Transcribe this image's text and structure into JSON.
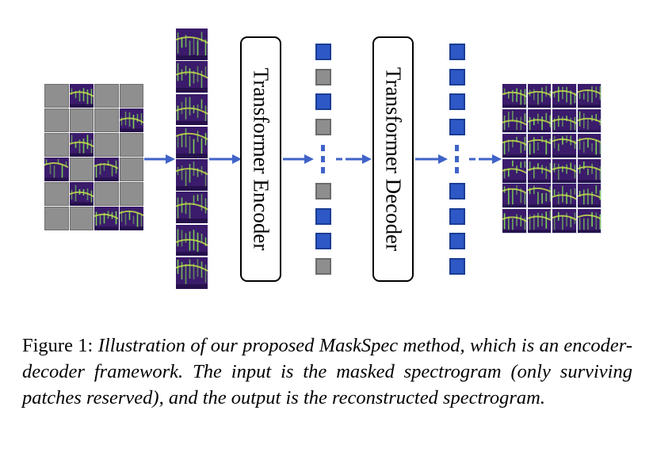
{
  "figure": {
    "encoder_label": "Transformer Encoder",
    "decoder_label": "Transformer Decoder",
    "input_grid": [
      [
        "masked",
        "spec",
        "masked",
        "masked"
      ],
      [
        "masked",
        "masked",
        "masked",
        "spec"
      ],
      [
        "masked",
        "spec",
        "masked",
        "masked"
      ],
      [
        "spec",
        "masked",
        "spec",
        "masked"
      ],
      [
        "masked",
        "spec",
        "masked",
        "masked"
      ],
      [
        "masked",
        "masked",
        "spec",
        "spec"
      ]
    ],
    "encoder_tokens_top": [
      "blue",
      "gray",
      "blue",
      "gray"
    ],
    "encoder_tokens_bottom": [
      "gray",
      "blue",
      "blue",
      "gray"
    ],
    "decoder_tokens_top": [
      "blue",
      "blue",
      "blue",
      "blue"
    ],
    "decoder_tokens_bottom": [
      "blue",
      "blue",
      "blue",
      "blue"
    ],
    "colors": {
      "arrow": "#3f63c8",
      "token_blue": "#2d58c6",
      "token_gray": "#8e8e8e",
      "masked_patch": "#8f8f8f",
      "spectrogram_bg": "#3b1b6b",
      "spectrogram_line": "#7ed957"
    }
  },
  "caption": {
    "prefix": "Figure 1:",
    "text": "Illustration of our proposed MaskSpec method, which is an encoder-decoder framework.  The input is the masked spectrogram (only surviving patches reserved), and the output is the reconstructed spectrogram."
  }
}
